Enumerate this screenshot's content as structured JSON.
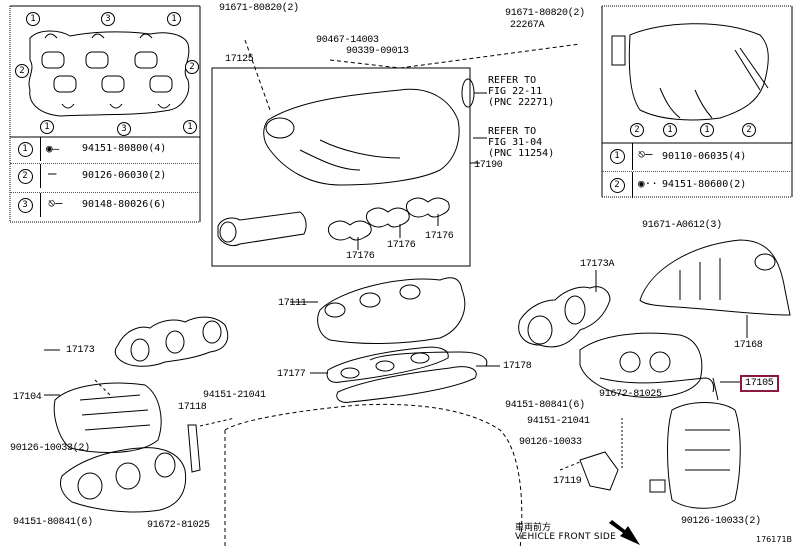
{
  "diagram": {
    "title": "Intake & Exhaust Manifold parts diagram",
    "figure_number": "176171B",
    "highlight_color": "#8b1a3c",
    "vehicle_front": {
      "jp": "車両前方",
      "en": "VEHICLE FRONT SIDE"
    }
  },
  "inset_left": {
    "callouts": [
      "1",
      "3",
      "1",
      "2",
      "2",
      "1",
      "3",
      "1"
    ],
    "legend": [
      {
        "num": "1",
        "icon": "nut-icon",
        "part": "94151-80800(4)"
      },
      {
        "num": "2",
        "icon": "stud-icon",
        "part": "90126-06030(2)"
      },
      {
        "num": "3",
        "icon": "bolt-icon",
        "part": "90148-80026(6)"
      }
    ]
  },
  "inset_right": {
    "callouts": [
      "2",
      "1",
      "1",
      "2"
    ],
    "legend": [
      {
        "num": "1",
        "icon": "bolt-icon",
        "part": "90110-06035(4)"
      },
      {
        "num": "2",
        "icon": "nut-icon",
        "part": "94151-80600(2)"
      }
    ]
  },
  "center_box": {
    "part": "17190",
    "refer1": "REFER TO\nFIG 22-11\n(PNC 22271)",
    "refer2": "REFER TO\nFIG 31-04\n(PNC 11254)",
    "gaskets": [
      "17176",
      "17176",
      "17176"
    ]
  },
  "labels": {
    "p91671_80820_a": "91671-80820(2)",
    "p17125": "17125",
    "p90467": "90467-14003",
    "p90339": "90339-09013",
    "p91671_80820_b": "91671-80820(2)",
    "p22267A": "22267A",
    "p91671_A0612": "91671-A0612(3)",
    "p17173A": "17173A",
    "p17168": "17168",
    "p17111": "17111",
    "p17173": "17173",
    "p17177": "17177",
    "p17178": "17178",
    "p17104": "17104",
    "p17118": "17118",
    "p94151_21041_a": "94151-21041",
    "p90126_10033_a": "90126-10033(2)",
    "p94151_80841_a": "94151-80841(6)",
    "p91672_81025_a": "91672-81025",
    "p91672_81025_b": "91672-81025",
    "p94151_80841_b": "94151-80841(6)",
    "p94151_21041_b": "94151-21041",
    "p90126_10033_b": "90126-10033",
    "p17119": "17119",
    "p90126_10033_c": "90126-10033(2)",
    "p17105": "17105"
  }
}
